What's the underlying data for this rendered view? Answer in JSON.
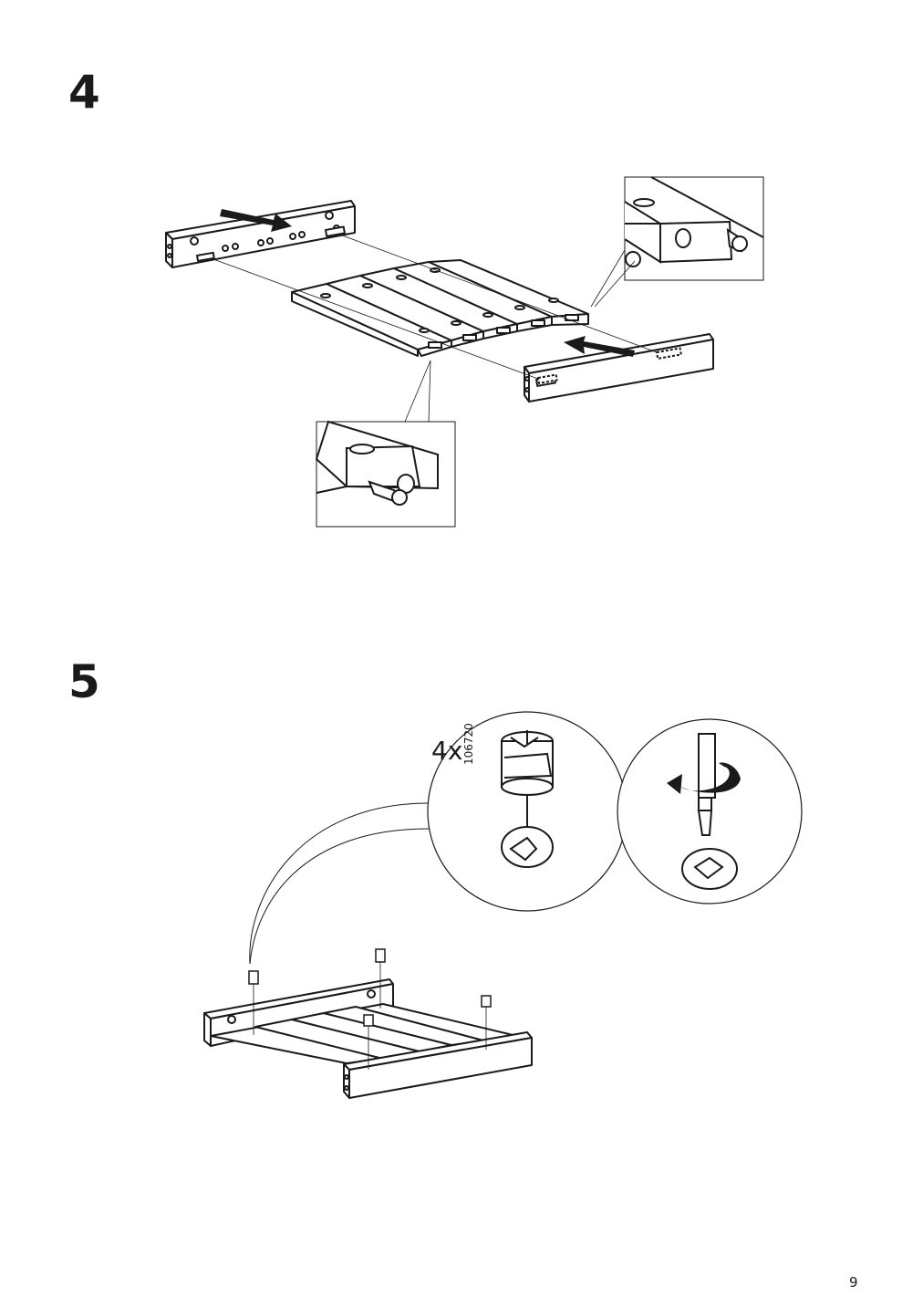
{
  "steps": [
    {
      "number": "4"
    },
    {
      "number": "5",
      "hardware": {
        "quantity": "4x",
        "part_number": "106720"
      }
    }
  ],
  "page": {
    "number": "9"
  },
  "icons": {
    "step4": [
      "push-arrow-icon",
      "dowel-detail-icon",
      "slat-icon"
    ],
    "step5": [
      "cam-lock-icon",
      "screwdriver-icon",
      "rotate-arrow-icon"
    ]
  }
}
